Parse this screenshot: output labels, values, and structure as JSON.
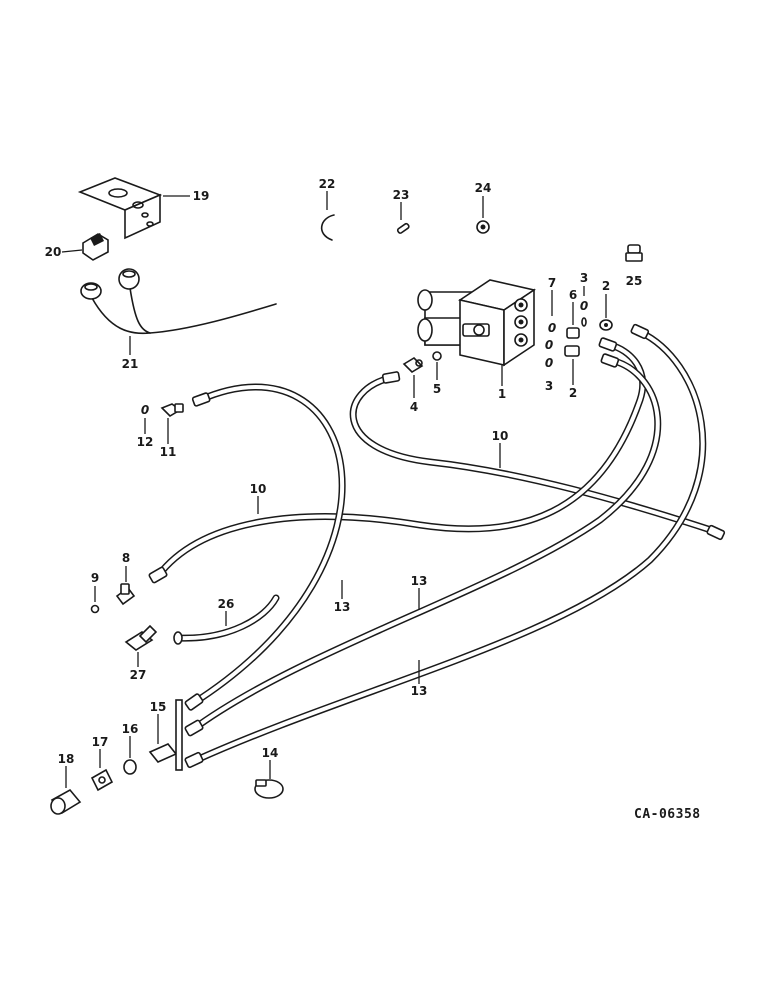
{
  "reference_code": "CA-06358",
  "callouts": {
    "c1": "1",
    "c2a": "2",
    "c2b": "2",
    "c3a": "3",
    "c3b": "3",
    "c4": "4",
    "c5": "5",
    "c6": "6",
    "c7": "7",
    "c8": "8",
    "c9": "9",
    "c10a": "10",
    "c10b": "10",
    "c11": "11",
    "c12": "12",
    "c13a": "13",
    "c13b": "13",
    "c13c": "13",
    "c14": "14",
    "c15": "15",
    "c16": "16",
    "c17": "17",
    "c18": "18",
    "c19": "19",
    "c20": "20",
    "c21": "21",
    "c22": "22",
    "c23": "23",
    "c24": "24",
    "c25": "25",
    "c26": "26",
    "c27": "27"
  },
  "o_marks": {
    "m3": "0",
    "m7": "0",
    "m3b": "0",
    "m3c": "0",
    "m12": "0"
  }
}
